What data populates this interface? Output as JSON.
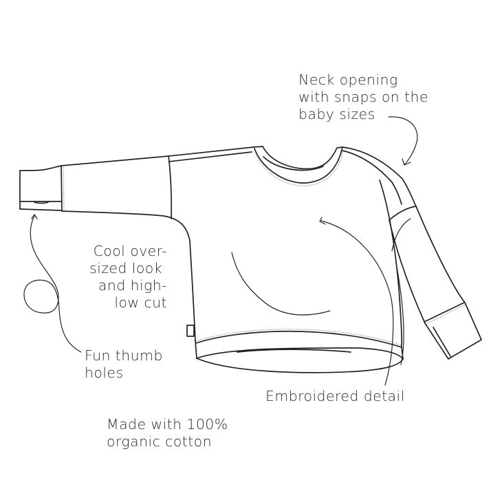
{
  "illustration": {
    "subject": "Oversized sweatshirt technical flat drawing",
    "line_color": "#222222",
    "background": "#ffffff"
  },
  "annotations": {
    "neck_opening": {
      "lines": [
        "Neck opening",
        "with snaps on the",
        "baby sizes"
      ]
    },
    "oversized": {
      "lines": [
        "Cool over-",
        "sized look",
        "and high-",
        "low cut"
      ]
    },
    "thumb_holes": {
      "lines": [
        "Fun thumb",
        "holes"
      ]
    },
    "embroidered": {
      "lines": [
        "Embroidered detail"
      ]
    },
    "material": {
      "lines": [
        "Made with 100%",
        "organic cotton"
      ]
    }
  }
}
